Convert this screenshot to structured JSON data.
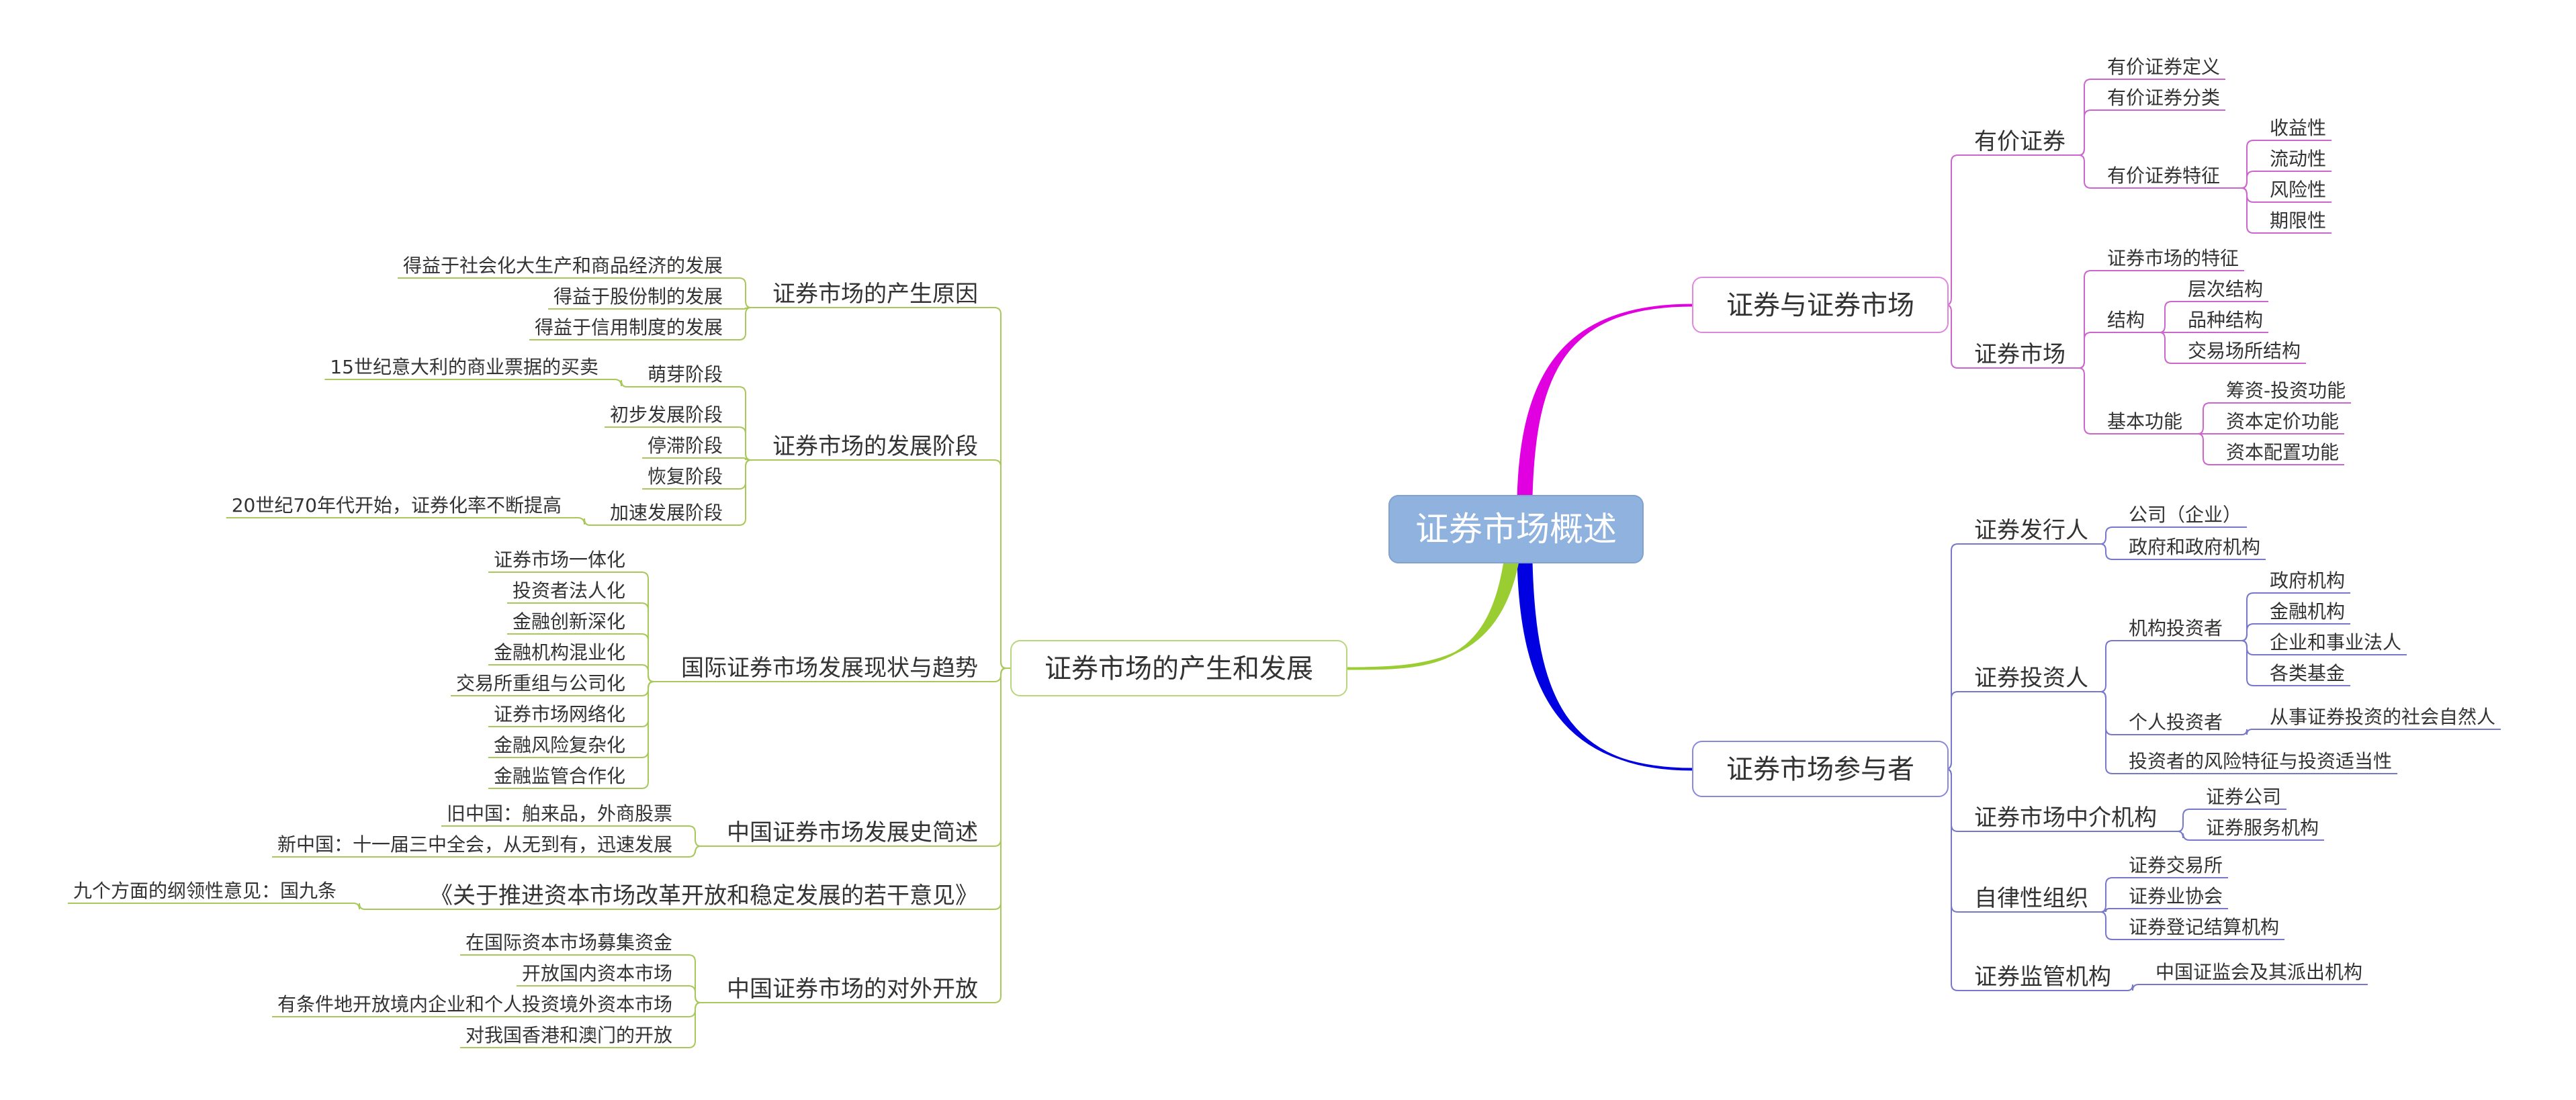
{
  "root": "证券市场概述",
  "colors": {
    "branch_market": "#e000e0",
    "branch_participants": "#0000e0",
    "branch_history": "#9acd32",
    "outline_market": "#dd88dd",
    "outline_participants": "#8888dd",
    "outline_history": "#b8d67a",
    "underline_market": "#cc66cc",
    "underline_participants": "#7777cc",
    "underline_history": "#a8c85a",
    "root_fill": "#8fb2df",
    "text": "#333333"
  },
  "branches": [
    {
      "label": "证券与证券市场",
      "children": [
        {
          "label": "有价证券",
          "children": [
            {
              "label": "有价证券定义"
            },
            {
              "label": "有价证券分类"
            },
            {
              "label": "有价证券特征",
              "children": [
                {
                  "label": "收益性"
                },
                {
                  "label": "流动性"
                },
                {
                  "label": "风险性"
                },
                {
                  "label": "期限性"
                }
              ]
            }
          ]
        },
        {
          "label": "证券市场",
          "children": [
            {
              "label": "证券市场的特征"
            },
            {
              "label": "结构",
              "children": [
                {
                  "label": "层次结构"
                },
                {
                  "label": "品种结构"
                },
                {
                  "label": "交易场所结构"
                }
              ]
            },
            {
              "label": "基本功能",
              "children": [
                {
                  "label": "筹资-投资功能"
                },
                {
                  "label": "资本定价功能"
                },
                {
                  "label": "资本配置功能"
                }
              ]
            }
          ]
        }
      ]
    },
    {
      "label": "证券市场参与者",
      "children": [
        {
          "label": "证券发行人",
          "children": [
            {
              "label": "公司（企业）"
            },
            {
              "label": "政府和政府机构"
            }
          ]
        },
        {
          "label": "证券投资人",
          "children": [
            {
              "label": "机构投资者",
              "children": [
                {
                  "label": "政府机构"
                },
                {
                  "label": "金融机构"
                },
                {
                  "label": "企业和事业法人"
                },
                {
                  "label": "各类基金"
                }
              ]
            },
            {
              "label": "个人投资者",
              "children": [
                {
                  "label": "从事证券投资的社会自然人"
                }
              ]
            },
            {
              "label": "投资者的风险特征与投资适当性"
            }
          ]
        },
        {
          "label": "证券市场中介机构",
          "children": [
            {
              "label": "证券公司"
            },
            {
              "label": "证券服务机构"
            }
          ]
        },
        {
          "label": "自律性组织",
          "children": [
            {
              "label": "证券交易所"
            },
            {
              "label": "证券业协会"
            },
            {
              "label": "证券登记结算机构"
            }
          ]
        },
        {
          "label": "证券监管机构",
          "children": [
            {
              "label": "中国证监会及其派出机构"
            }
          ]
        }
      ]
    },
    {
      "label": "证券市场的产生和发展",
      "children": [
        {
          "label": "证券市场的产生原因",
          "children": [
            {
              "label": "得益于社会化大生产和商品经济的发展"
            },
            {
              "label": "得益于股份制的发展"
            },
            {
              "label": "得益于信用制度的发展"
            }
          ]
        },
        {
          "label": "证券市场的发展阶段",
          "children": [
            {
              "label": "萌芽阶段",
              "children": [
                {
                  "label": "15世纪意大利的商业票据的买卖"
                }
              ]
            },
            {
              "label": "初步发展阶段"
            },
            {
              "label": "停滞阶段"
            },
            {
              "label": "恢复阶段"
            },
            {
              "label": "加速发展阶段",
              "children": [
                {
                  "label": "20世纪70年代开始，证券化率不断提高"
                }
              ]
            }
          ]
        },
        {
          "label": "国际证券市场发展现状与趋势",
          "children": [
            {
              "label": "证券市场一体化"
            },
            {
              "label": "投资者法人化"
            },
            {
              "label": "金融创新深化"
            },
            {
              "label": "金融机构混业化"
            },
            {
              "label": "交易所重组与公司化"
            },
            {
              "label": "证券市场网络化"
            },
            {
              "label": "金融风险复杂化"
            },
            {
              "label": "金融监管合作化"
            }
          ]
        },
        {
          "label": "中国证券市场发展史简述",
          "children": [
            {
              "label": "旧中国：舶来品，外商股票"
            },
            {
              "label": "新中国：十一届三中全会，从无到有，迅速发展"
            }
          ]
        },
        {
          "label": "《关于推进资本市场改革开放和稳定发展的若干意见》",
          "children": [
            {
              "label": "九个方面的纲领性意见：国九条"
            }
          ]
        },
        {
          "label": "中国证券市场的对外开放",
          "children": [
            {
              "label": "在国际资本市场募集资金"
            },
            {
              "label": "开放国内资本市场"
            },
            {
              "label": "有条件地开放境内企业和个人投资境外资本市场"
            },
            {
              "label": "对我国香港和澳门的开放"
            }
          ]
        }
      ]
    }
  ]
}
